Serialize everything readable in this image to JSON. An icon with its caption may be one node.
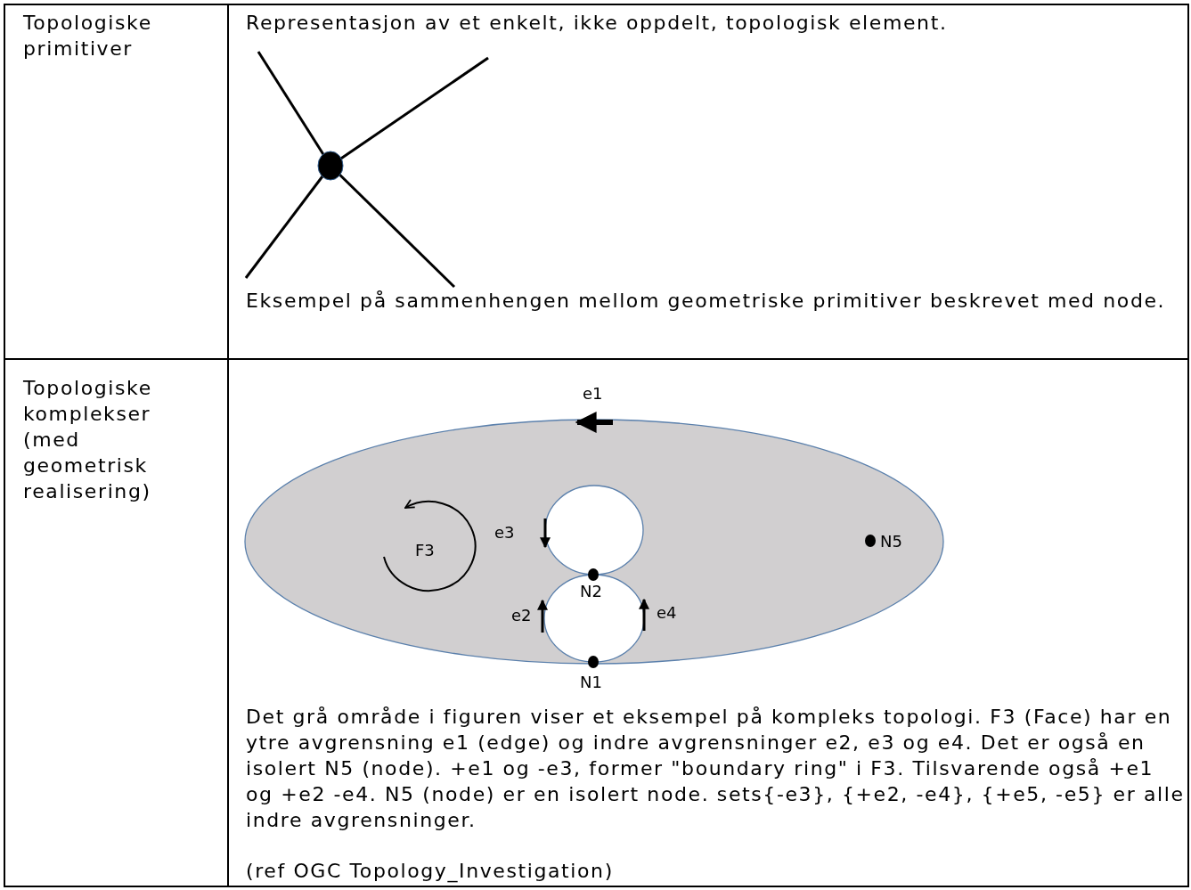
{
  "diagram": {
    "labels": [
      "Topologiske primitiver",
      "Representasjon av et enkelt, ikke oppdelt, topologisk element.",
      "Eksempel på sammenhengen mellom geometriske primitiver beskrevet med node.",
      "Topologiske komplekser (med geometrisk realisering)",
      "e1",
      "e3",
      "F3",
      "N5",
      "N2",
      "e2",
      "e4",
      "N1",
      "Det grå område i figuren viser et eksempel på kompleks topologi. F3 (Face) har en ytre avgrensning e1 (edge) og indre avgrensninger e2, e3 og e4. Det er også en isolert N5 (node). +e1 og -e3, former \"boundary ring\" i F3. Tilsvarende også +e1 og +e2 -e4. N5 (node) er en isolert node. sets{-e3}, {+e2, -e4}, {+e5, -e5} er alle indre avgrensninger.",
      "(ref OGC Topology_Investigation)"
    ]
  }
}
